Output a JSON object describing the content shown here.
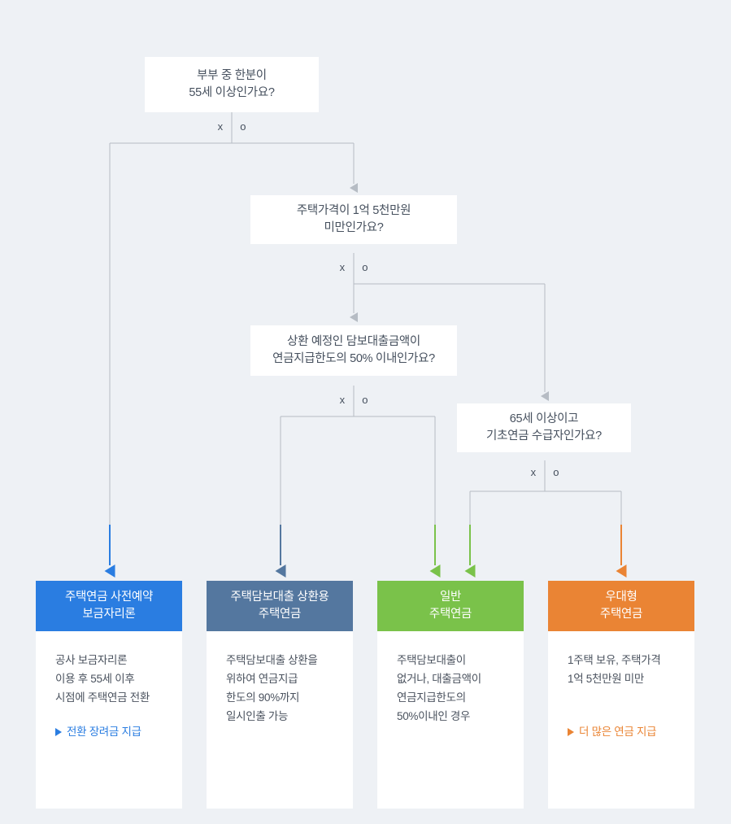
{
  "colors": {
    "background": "#eef1f5",
    "wire": "#b6bcc4",
    "text": "#46505e",
    "blue": "#2a7de1",
    "slate": "#54779f",
    "green": "#7ac24a",
    "orange": "#ea8434"
  },
  "branch_labels": {
    "no": "x",
    "yes": "o"
  },
  "questions": [
    {
      "id": "q-age-55",
      "lines": [
        "부부 중 한분이",
        "55세 이상인가요?"
      ]
    },
    {
      "id": "q-house-price",
      "lines": [
        "주택가격이 1억 5천만원",
        "미만인가요?"
      ]
    },
    {
      "id": "q-loan-50",
      "lines": [
        "상환 예정인 담보대출금액이",
        "연금지급한도의 50% 이내인가요?"
      ]
    },
    {
      "id": "q-age-65-basic-pension",
      "lines": [
        "65세 이상이고",
        "기초연금 수급자인가요?"
      ]
    }
  ],
  "results": [
    {
      "id": "result-advance-reservation",
      "title_lines": [
        "주택연금 사전예약",
        "보금자리론"
      ],
      "color": "#2a7de1",
      "body_lines": [
        "공사 보금자리론",
        "이용 후 55세 이후",
        "시점에 주택연금 전환"
      ],
      "note": "전환 장려금 지급",
      "note_color": "#2a7de1"
    },
    {
      "id": "result-mortgage-repayment",
      "title_lines": [
        "주택담보대출 상환용",
        "주택연금"
      ],
      "color": "#54779f",
      "body_lines": [
        "주택담보대출 상환을",
        "위하여 연금지급",
        "한도의 90%까지",
        "일시인출 가능"
      ],
      "note": "",
      "note_color": "#54779f"
    },
    {
      "id": "result-general",
      "title_lines": [
        "일반",
        "주택연금"
      ],
      "color": "#7ac24a",
      "body_lines": [
        "주택담보대출이",
        "없거나, 대출금액이",
        "연금지급한도의",
        "50%이내인 경우"
      ],
      "note": "",
      "note_color": "#7ac24a"
    },
    {
      "id": "result-preferential",
      "title_lines": [
        "우대형",
        "주택연금"
      ],
      "color": "#ea8434",
      "body_lines": [
        "1주택 보유, 주택가격",
        "1억 5천만원 미만"
      ],
      "note": "더 많은 연금 지급",
      "note_color": "#ea8434"
    }
  ]
}
